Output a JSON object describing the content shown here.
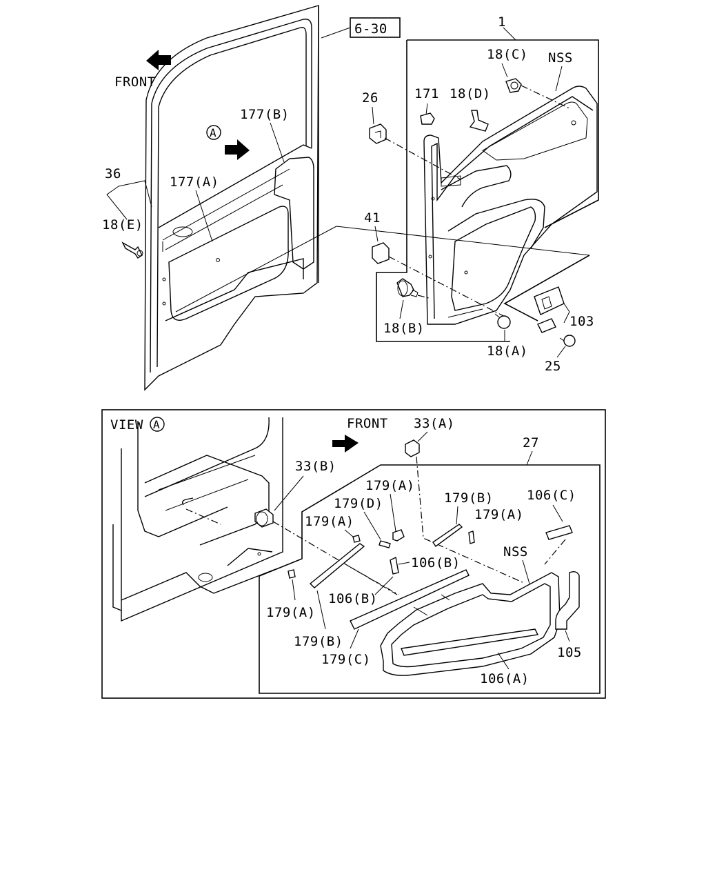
{
  "labels": {
    "ref_box": "6-30",
    "l1": "1",
    "l18c": "18(C)",
    "nss_top": "NSS",
    "front_top": "FRONT",
    "l26": "26",
    "l171": "171",
    "l18d": "18(D)",
    "l177b": "177(B)",
    "l36": "36",
    "l177a": "177(A)",
    "l18e": "18(E)",
    "l41": "41",
    "l18b": "18(B)",
    "l103": "103",
    "l18a": "18(A)",
    "l25": "25",
    "view": "VIEW",
    "circle_a": "A",
    "front_view": "FRONT",
    "l33a": "33(A)",
    "l27": "27",
    "l33b": "33(B)",
    "l179a_1": "179(A)",
    "l179d": "179(D)",
    "l179b_1": "179(B)",
    "l106c": "106(C)",
    "l179a_2": "179(A)",
    "l179a_3": "179(A)",
    "nss_view": "NSS",
    "l106b_1": "106(B)",
    "l106b_2": "106(B)",
    "l179a_4": "179(A)",
    "l179b_2": "179(B)",
    "l179c": "179(C)",
    "l105": "105",
    "l106a": "106(A)"
  }
}
